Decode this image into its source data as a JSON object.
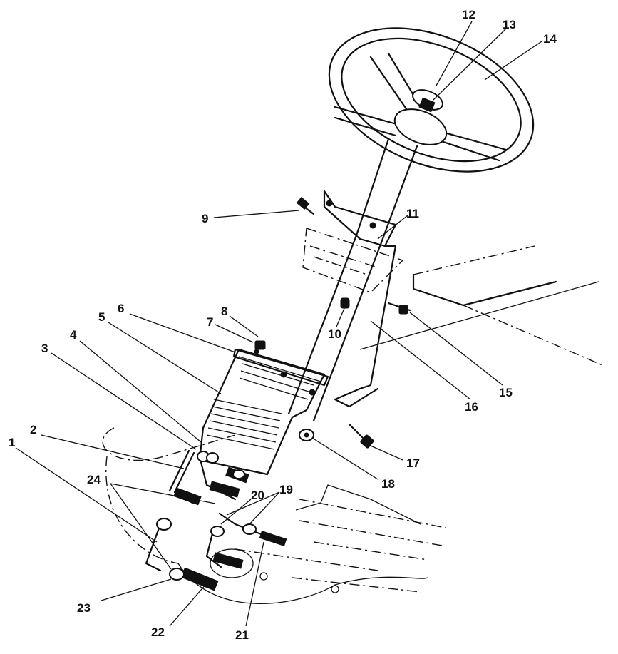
{
  "callouts": [
    {
      "label": "1"
    },
    {
      "label": "2"
    },
    {
      "label": "3"
    },
    {
      "label": "4"
    },
    {
      "label": "5"
    },
    {
      "label": "6"
    },
    {
      "label": "7"
    },
    {
      "label": "8"
    },
    {
      "label": "9"
    },
    {
      "label": "10"
    },
    {
      "label": "11"
    },
    {
      "label": "12"
    },
    {
      "label": "13"
    },
    {
      "label": "14"
    },
    {
      "label": "15"
    },
    {
      "label": "16"
    },
    {
      "label": "17"
    },
    {
      "label": "18"
    },
    {
      "label": "19"
    },
    {
      "label": "20"
    },
    {
      "label": "21"
    },
    {
      "label": "22"
    },
    {
      "label": "23"
    },
    {
      "label": "24"
    }
  ],
  "colors": {
    "ink": "#111111",
    "paper": "#ffffff"
  }
}
